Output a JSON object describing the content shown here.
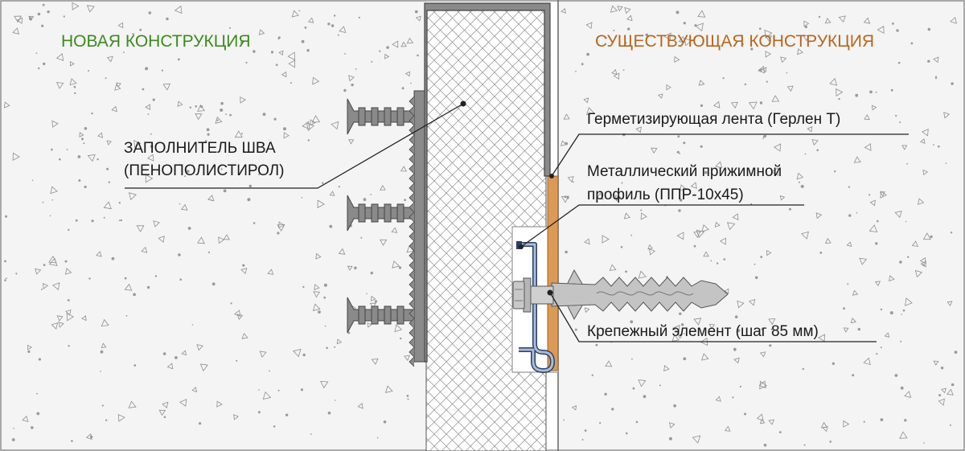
{
  "colors": {
    "concrete": "#f4f4f4",
    "outline": "#444444",
    "seal": "#dc9a55",
    "metal": "#b6b6b6",
    "new_title": "#3c8a1e",
    "existing_title": "#b8651d"
  },
  "icons": {
    "anchor": "screw-anchor-icon",
    "bolt": "bolt-head-icon"
  },
  "sections": {
    "new": "НОВАЯ КОНСТРУКЦИЯ",
    "existing": "СУЩЕСТВУЮЩАЯ КОНСТРУКЦИЯ"
  },
  "labels": {
    "filler_line1": "ЗАПОЛНИТЕЛЬ  ШВА",
    "filler_line2": "(ПЕНОПОЛИСТИРОЛ)",
    "tape": "Герметизирующая лента  (Герлен Т)",
    "profile_line1": "Металлический прижимной",
    "profile_line2": "профиль  (ППР-10х45)",
    "fastener": "Крепежный элемент (шаг 85 мм)"
  }
}
